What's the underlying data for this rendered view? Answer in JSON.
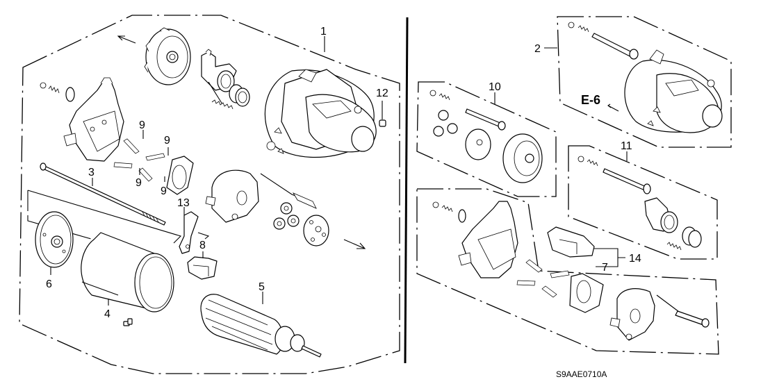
{
  "diagram": {
    "title": "Starter Motor Components (Exploded View)",
    "drawing_code": "S9AAE0710A",
    "reference_label": "E-6",
    "callouts": [
      {
        "id": "c1",
        "label": "1",
        "part": "starter-motor-assembly"
      },
      {
        "id": "c2",
        "label": "2",
        "part": "starter-motor-assembly-alt"
      },
      {
        "id": "c3",
        "label": "3",
        "part": "through-bolt"
      },
      {
        "id": "c4",
        "label": "4",
        "part": "yoke"
      },
      {
        "id": "c5",
        "label": "5",
        "part": "armature"
      },
      {
        "id": "c6",
        "label": "6",
        "part": "end-cover"
      },
      {
        "id": "c7",
        "label": "7",
        "part": "brush-holder-sub"
      },
      {
        "id": "c8",
        "label": "8",
        "part": "brush-holder"
      },
      {
        "id": "c9a",
        "label": "9",
        "part": "brush-spring"
      },
      {
        "id": "c9b",
        "label": "9",
        "part": "brush-spring"
      },
      {
        "id": "c9c",
        "label": "9",
        "part": "brush-spring"
      },
      {
        "id": "c9d",
        "label": "9",
        "part": "brush-spring"
      },
      {
        "id": "c10",
        "label": "10",
        "part": "gear-set-kit"
      },
      {
        "id": "c11",
        "label": "11",
        "part": "overrunning-clutch-kit"
      },
      {
        "id": "c12",
        "label": "12",
        "part": "nut"
      },
      {
        "id": "c13",
        "label": "13",
        "part": "lever"
      },
      {
        "id": "c14",
        "label": "14",
        "part": "brush-holder-kit"
      }
    ]
  }
}
